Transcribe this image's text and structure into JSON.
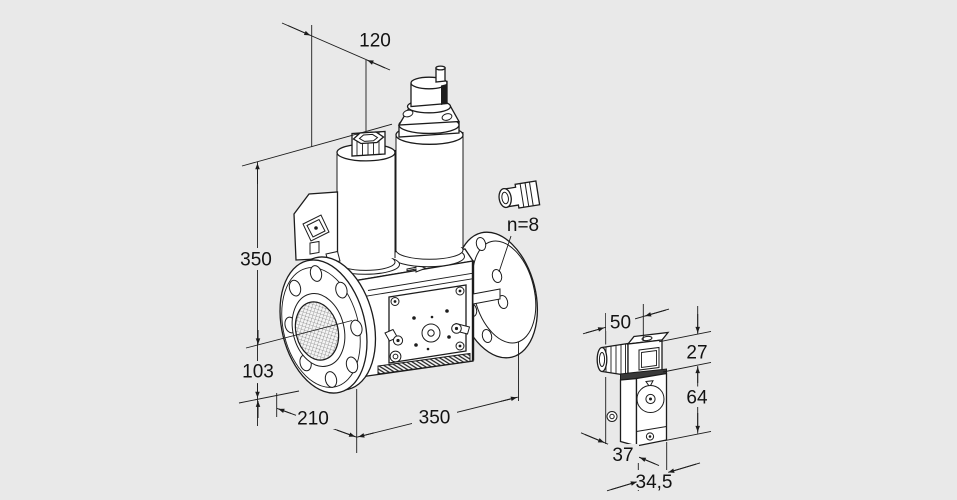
{
  "canvas": {
    "background": "#e9e9e9",
    "line_color": "#1c1c1c",
    "text_color": "#121212"
  },
  "main_view": {
    "label": "double solenoid valve, isometric view",
    "dim_top_offset": "120",
    "dim_height": "350",
    "dim_axis_height": "103",
    "dim_depth": "210",
    "dim_length": "350",
    "flange_bolt_count_label": "n=8"
  },
  "side_view": {
    "label": "solenoid actuator side view",
    "dim_width": "50",
    "dim_connector_height": "27",
    "dim_body_height": "64",
    "dim_depth": "37",
    "dim_front_width": "34,5"
  }
}
